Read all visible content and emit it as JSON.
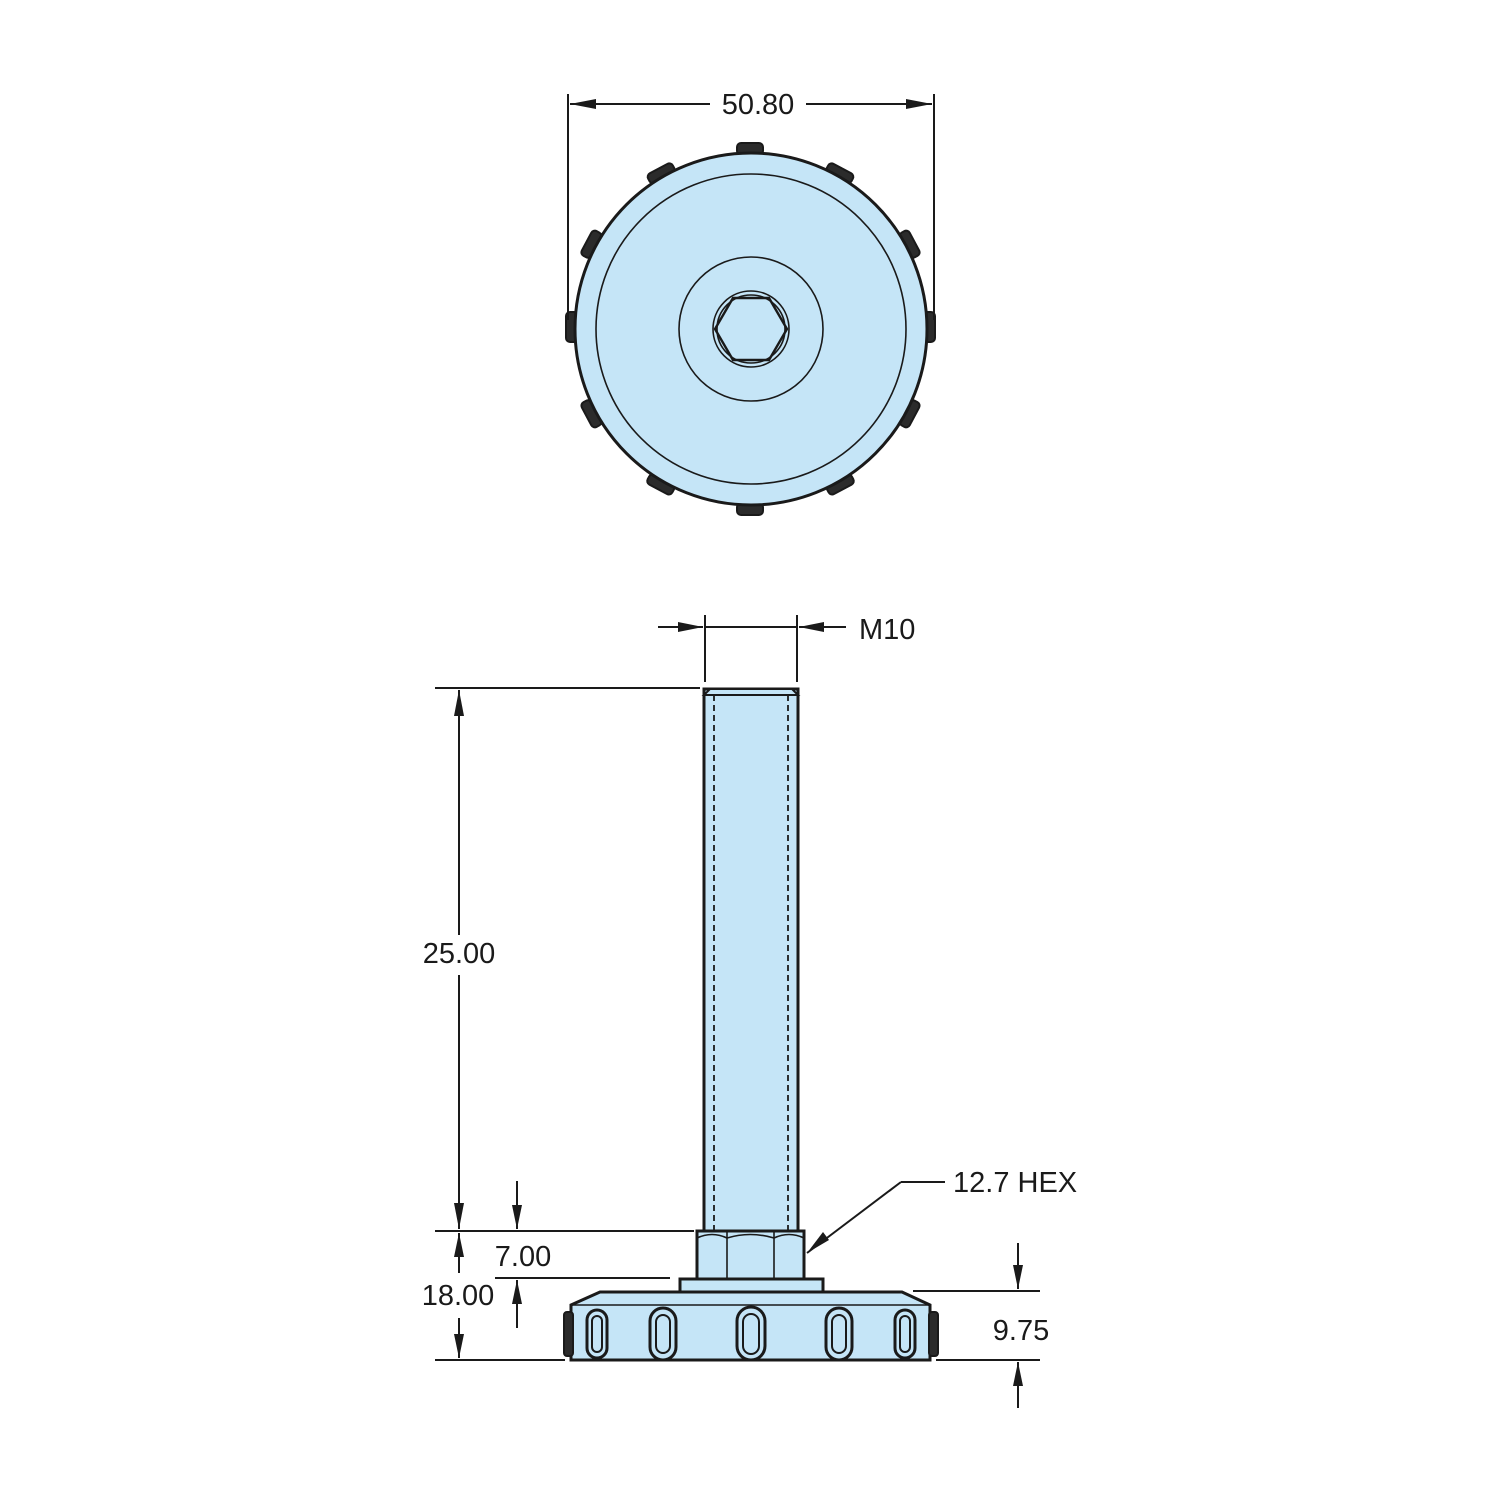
{
  "colors": {
    "part_fill": "#c5e5f7",
    "outline": "#1a1a1a",
    "background": "#ffffff"
  },
  "top_view": {
    "diameter_label": "50.80"
  },
  "side_view": {
    "thread_label": "M10",
    "stud_length_label": "25.00",
    "hex_label": "12.7 HEX",
    "hex_height_label": "7.00",
    "overall_base_label": "18.00",
    "pad_height_label": "9.75"
  }
}
